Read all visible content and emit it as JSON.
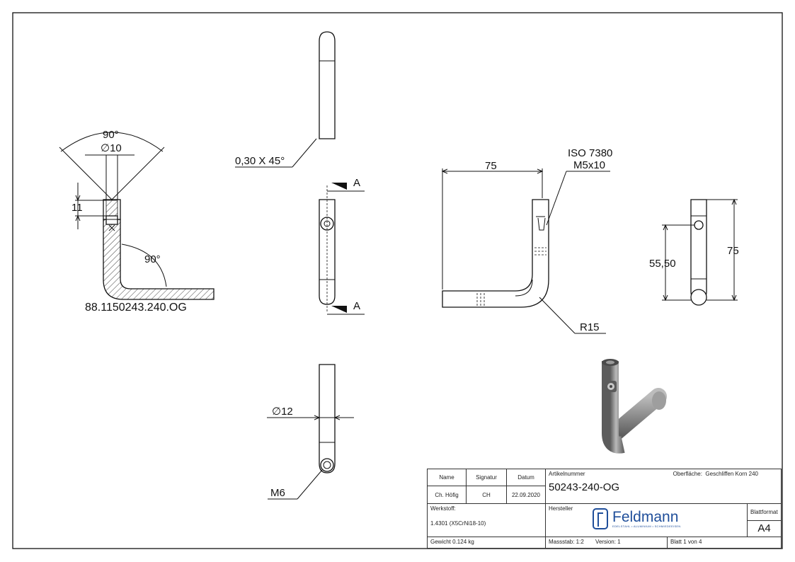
{
  "dimensions": {
    "top_angle": "90°",
    "hole_dia": "∅10",
    "thread_depth": "11",
    "bend_angle": "90°",
    "part_ref": "88.1150243.240.OG",
    "chamfer": "0,30 X 45°",
    "section_top": "A",
    "section_bottom": "A",
    "pin_dia": "∅12",
    "thread_pin": "M6",
    "length_75": "75",
    "screw_std": "ISO 7380",
    "screw_size": "M5x10",
    "bend_radius": "R15",
    "hole_height": "55,50",
    "height_75": "75"
  },
  "title_block": {
    "name_label": "Name",
    "signature_label": "Signatur",
    "date_label": "Datum",
    "name_value": "Ch. Höfig",
    "signature_value": "CH",
    "date_value": "22.09.2020",
    "article_label": "Artikelnummer",
    "article_value": "50243-240-OG",
    "surface_label": "Oberfläche:",
    "surface_value": "Geschliffen Korn 240",
    "material_label": "Werkstoff:",
    "material_value": "1.4301 (X5CrNi18-10)",
    "manufacturer_label": "Hersteller",
    "logo_name": "Feldmann",
    "logo_tagline": "EDELSTAHL • ALUMINIUM • SCHMIEDEEISEN",
    "format_label": "Blattformat",
    "format_value": "A4",
    "weight": "Gewicht 0.124 kg",
    "scale": "Massstab: 1:2",
    "version": "Version: 1",
    "sheet": "Blatt 1 von 4"
  },
  "colors": {
    "line": "#111111",
    "logo": "#1f4e9a",
    "render_metal": "#8a8a8a"
  }
}
